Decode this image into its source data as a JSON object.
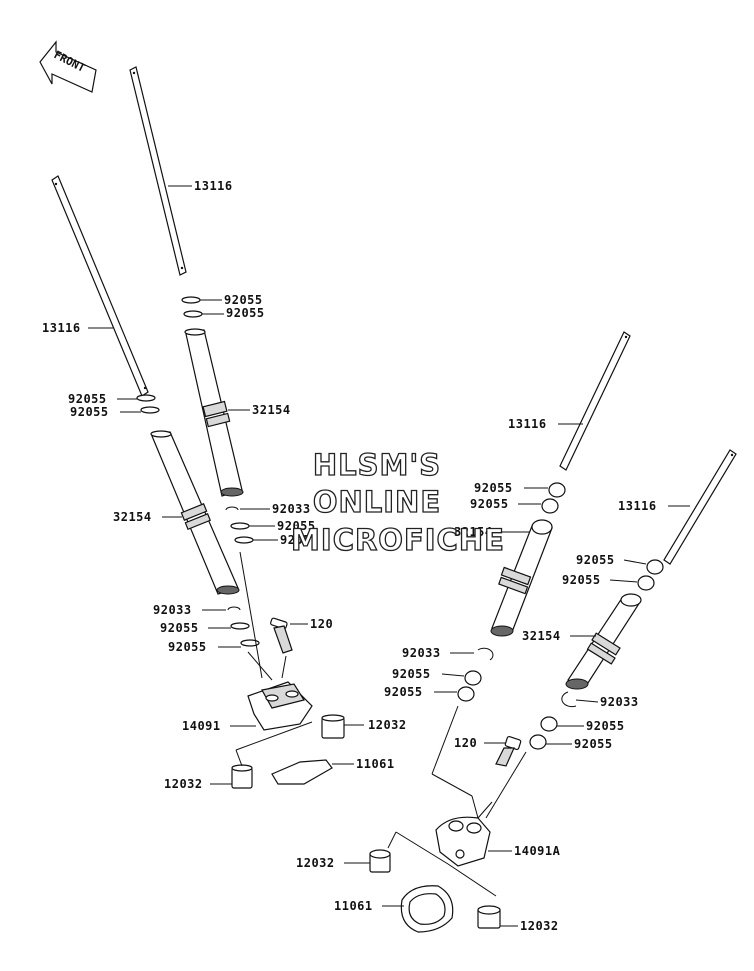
{
  "watermark": {
    "line1": "HLSM'S",
    "line2": "ONLINE",
    "line3": "MICROFICHE"
  },
  "front_indicator": "FRONT",
  "labels": {
    "pushrod_top": "13116",
    "pushrod_left": "13116",
    "pushrod_right_a": "13116",
    "pushrod_right_b": "13116",
    "oring_l1": "92055",
    "oring_l2": "92055",
    "oring_l3": "92055",
    "oring_l4": "92055",
    "oring_l5": "92055",
    "oring_l6": "92055",
    "oring_l7": "92055",
    "oring_l8": "92055",
    "tube_l1": "32154",
    "tube_l2": "32154",
    "clip_l1": "92033",
    "clip_l2": "92033",
    "bolt_l": "120",
    "holder_l": "14091",
    "dowel_l1": "12032",
    "dowel_l2": "12032",
    "gasket_l": "11061",
    "oring_r1": "92055",
    "oring_r2": "92055",
    "oring_r3": "92055",
    "oring_r4": "92055",
    "oring_r5": "92055",
    "oring_r6": "92055",
    "oring_r7": "92055",
    "oring_r8": "92055",
    "tube_r1": "32154",
    "tube_r2": "32154",
    "clip_r1": "92033",
    "clip_r2": "92033",
    "bolt_r": "120",
    "holder_r": "14091A",
    "dowel_r1": "12032",
    "dowel_r2": "12032",
    "gasket_r": "11061"
  }
}
